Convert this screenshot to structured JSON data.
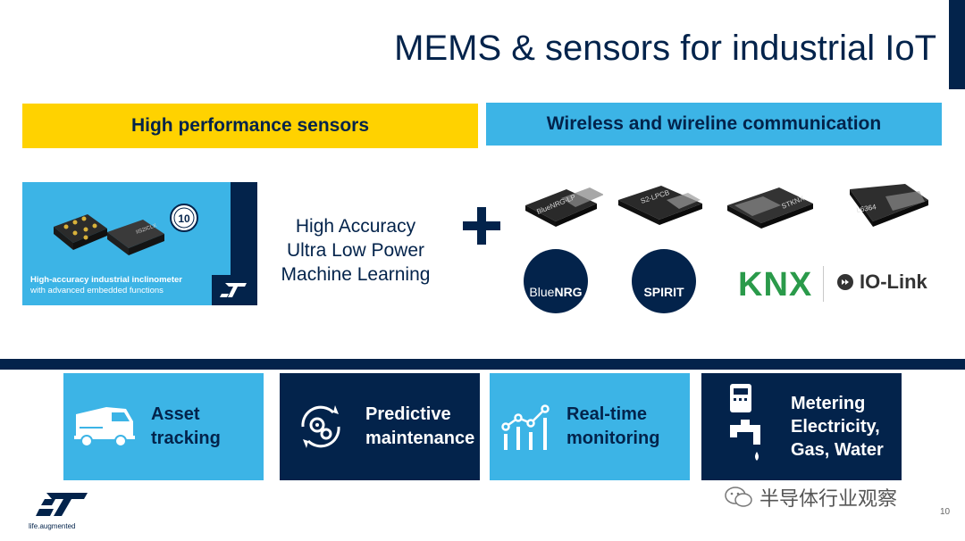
{
  "title": "MEMS & sensors for industrial IoT",
  "headers": {
    "left": "High performance sensors",
    "right": "Wireless and wireline communication"
  },
  "promo": {
    "caption_line1": "High-accuracy industrial inclinometer",
    "caption_line2": "with advanced embedded functions",
    "chip_label": "IIS2ICLX",
    "badge_number": "10"
  },
  "features": [
    "High Accuracy",
    "Ultra Low Power",
    "Machine Learning"
  ],
  "chips": [
    {
      "label": "BlueNRG-LP"
    },
    {
      "label": "S2-LPCB"
    },
    {
      "label": "STKNX"
    },
    {
      "label": "L6364"
    }
  ],
  "brands": {
    "bluenrg_prefix": "Blue",
    "bluenrg_suffix": "NRG",
    "spirit": "SPIRIT",
    "knx": "KNX",
    "iolink": "IO-Link"
  },
  "tiles": [
    {
      "lines": [
        "Asset",
        "tracking"
      ],
      "icon": "truck-icon"
    },
    {
      "lines": [
        "Predictive",
        "maintenance"
      ],
      "icon": "gears-cycle-icon"
    },
    {
      "lines": [
        "Real-time",
        "monitoring"
      ],
      "icon": "chart-icon"
    },
    {
      "lines": [
        "Metering",
        "Electricity,",
        "Gas, Water"
      ],
      "icon": "meter-tap-icon"
    }
  ],
  "footer": {
    "tagline": "life.augmented",
    "watermark": "半导体行业观察",
    "page": "10"
  },
  "colors": {
    "navy": "#03234b",
    "yellow": "#ffd200",
    "light_blue": "#3cb4e6"
  }
}
